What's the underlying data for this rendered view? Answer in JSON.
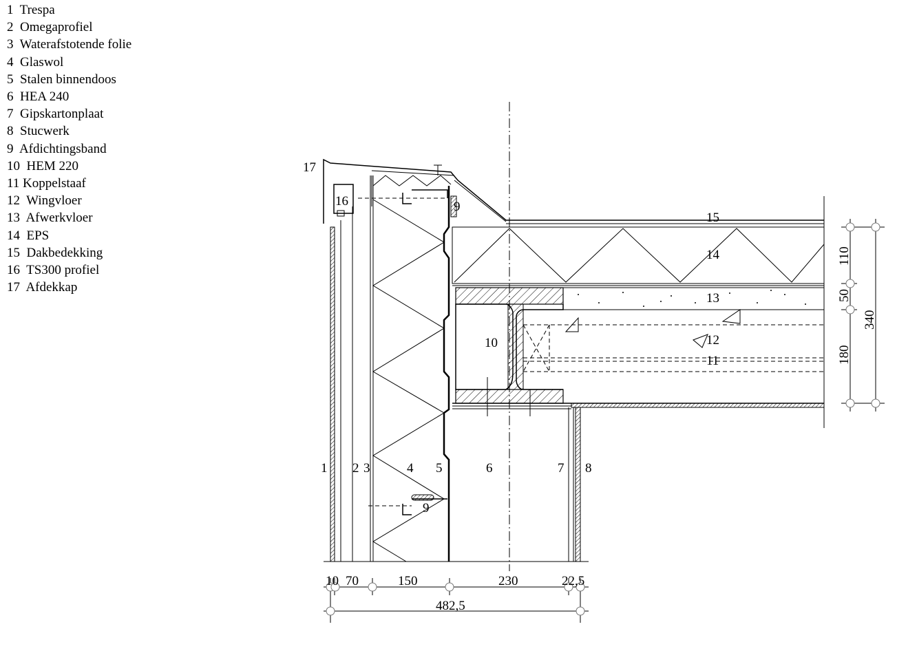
{
  "legend": [
    "1  Trespa",
    "2  Omegaprofiel",
    "3  Waterafstotende folie",
    "4  Glaswol",
    "5  Stalen binnendoos",
    "6  HEA 240",
    "7  Gipskartonplaat",
    "8  Stucwerk",
    "9  Afdichtingsband",
    "10  HEM 220",
    "11 Koppelstaaf",
    "12  Wingvloer",
    "13  Afwerkvloer",
    "14  EPS",
    "15  Dakbedekking",
    "16  TS300 profiel",
    "17  Afdekkap"
  ],
  "labels": {
    "l1": "1",
    "l2": "2",
    "l3": "3",
    "l4": "4",
    "l5": "5",
    "l6": "6",
    "l7": "7",
    "l8": "8",
    "l9a": "9",
    "l9b": "9",
    "l10": "10",
    "l11": "11",
    "l12": "12",
    "l13": "13",
    "l14": "14",
    "l15": "15",
    "l16": "16",
    "l17": "17"
  },
  "dimensions": {
    "bottom": [
      "10",
      "70",
      "150",
      "230",
      "22,5"
    ],
    "total": "482,5",
    "right": [
      "110",
      "50",
      "180"
    ],
    "right_total": "340"
  }
}
